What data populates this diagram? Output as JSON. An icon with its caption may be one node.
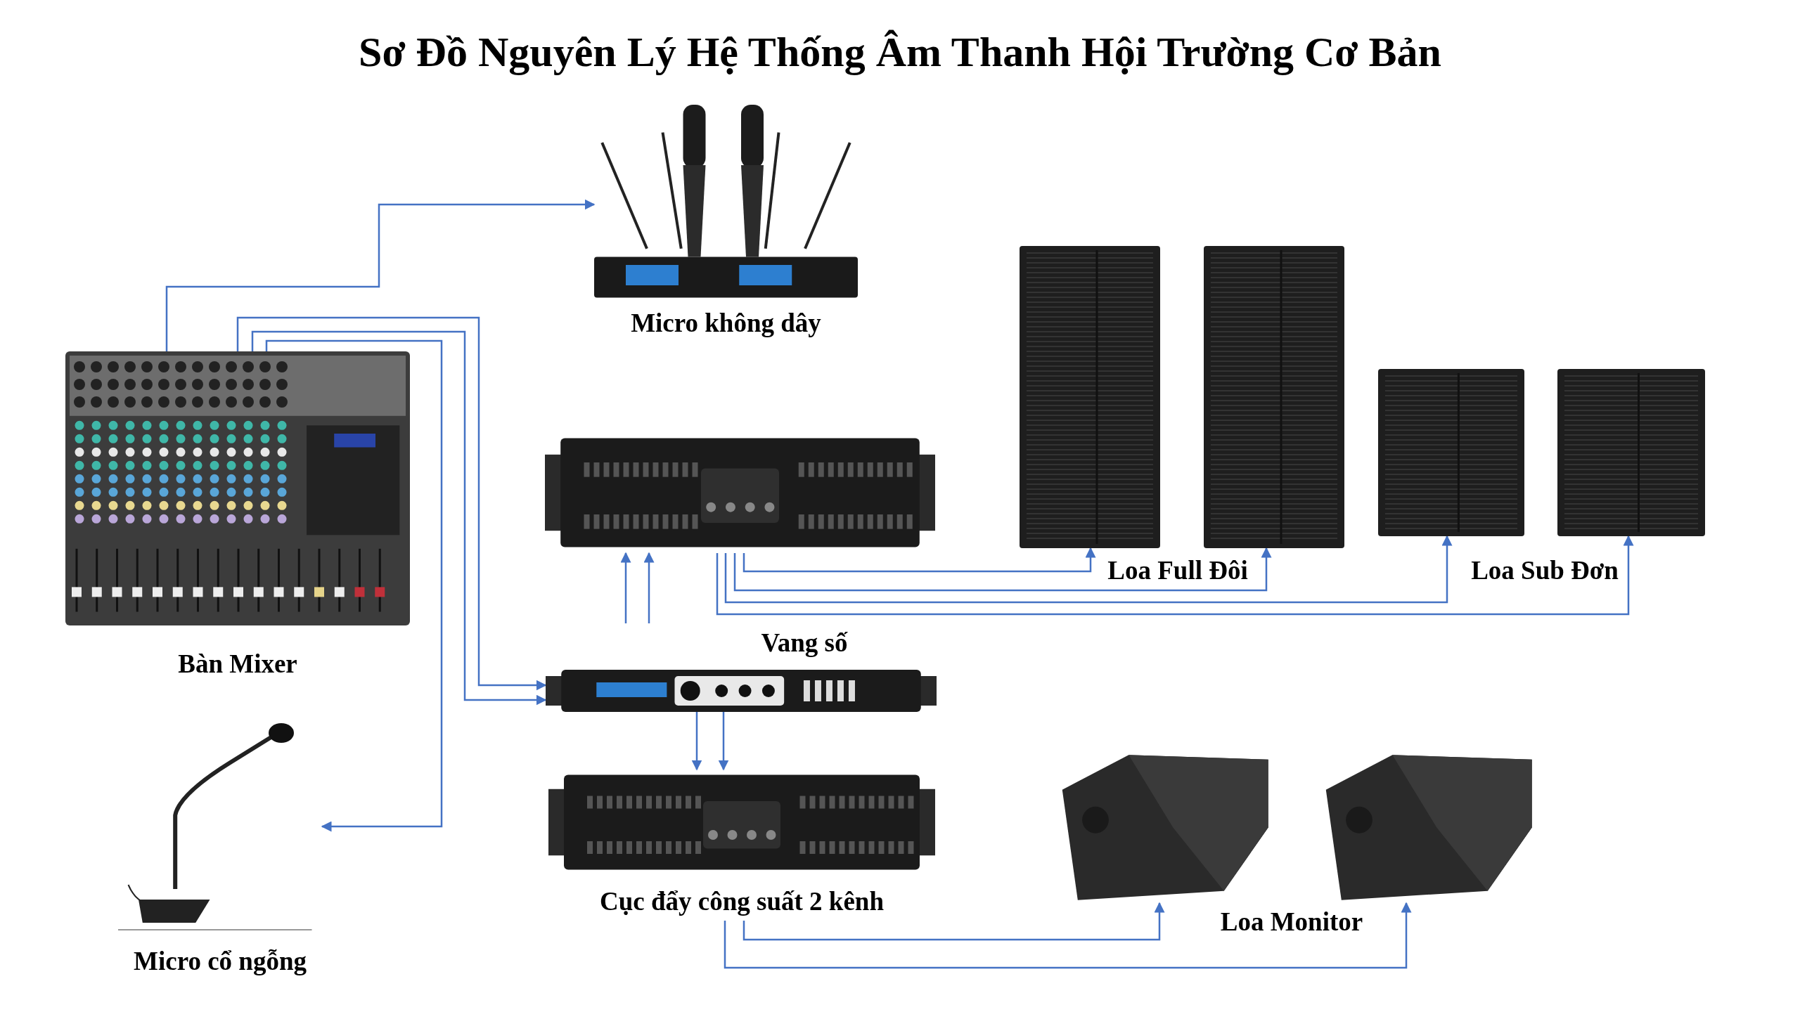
{
  "diagram": {
    "title": "Sơ Đồ Nguyên Lý Hệ Thống Âm Thanh Hội Trường Cơ Bản",
    "nodes": [
      {
        "text": [
          "Micro không dây"
        ]
      },
      {
        "text": [
          "Bàn Mixer"
        ]
      },
      {
        "text": [],
        "shape": "picture"
      },
      {
        "text": [],
        "shape": "picture"
      },
      {
        "text": [],
        "shape": "picture"
      },
      {
        "text": [],
        "shape": "picture"
      },
      {
        "text": [],
        "shape": "picture"
      },
      {
        "text": [
          "Vang số"
        ]
      },
      {
        "text": [
          "Cục đẩy công suất 2 kênh"
        ]
      },
      {
        "text": [
          "Micro cổ ngỗng"
        ]
      },
      {
        "text": [],
        "shape": "picture"
      },
      {
        "text": [],
        "shape": "picture"
      }
    ],
    "edges": [
      {
        "from": 1,
        "to": 0,
        "arrow": "to"
      },
      {
        "from": 1,
        "to": 7,
        "arrow": "to"
      },
      {
        "from": 1,
        "to": 7,
        "arrow": "to"
      },
      {
        "from": 1,
        "to": 9,
        "arrow": "to"
      },
      {
        "from": 7,
        "to": 2,
        "arrow": "to"
      },
      {
        "from": 7,
        "to": 2,
        "arrow": "to"
      },
      {
        "from": 7,
        "to": 8,
        "arrow": "to"
      },
      {
        "from": 7,
        "to": 8,
        "arrow": "to"
      },
      {
        "from": 2,
        "to": 3,
        "arrow": "to"
      },
      {
        "from": 2,
        "to": 4,
        "arrow": "to"
      },
      {
        "from": 2,
        "to": 5,
        "arrow": "to"
      },
      {
        "from": 2,
        "to": 6,
        "arrow": "to"
      },
      {
        "from": 8,
        "to": 10,
        "arrow": "to"
      },
      {
        "from": 8,
        "to": 11,
        "arrow": "to"
      }
    ],
    "labels": [
      "Loa Full Đôi",
      "Loa Sub Đơn",
      "Loa Monitor"
    ]
  }
}
